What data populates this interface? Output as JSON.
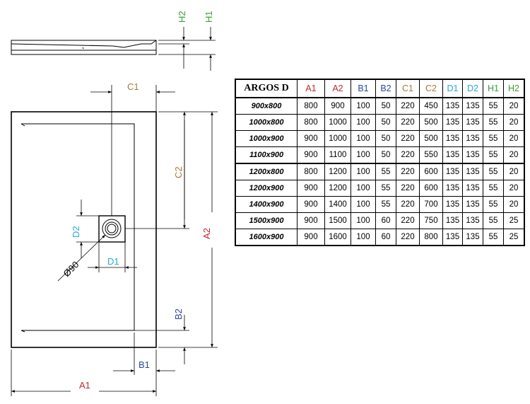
{
  "colors": {
    "A": "#c0272d",
    "B": "#2c4a9a",
    "C": "#a57b3a",
    "D": "#29a8d8",
    "H": "#3e9b3b"
  },
  "drawing_labels": {
    "h1": "H1",
    "h2": "H2",
    "c1": "C1",
    "c2": "C2",
    "d1": "D1",
    "d2": "D2",
    "a1": "A1",
    "a2": "A2",
    "b1": "B1",
    "b2": "B2",
    "drain": "Ø90"
  },
  "table": {
    "title": "ARGOS D",
    "headers": [
      "A1",
      "A2",
      "B1",
      "B2",
      "C1",
      "C2",
      "D1",
      "D2",
      "H1",
      "H2"
    ],
    "header_colors": [
      "A",
      "A",
      "B",
      "B",
      "C",
      "C",
      "D",
      "D",
      "H",
      "H"
    ],
    "rows": [
      {
        "model": "900x800",
        "values": [
          "800",
          "900",
          "100",
          "50",
          "220",
          "450",
          "135",
          "135",
          "55",
          "20"
        ]
      },
      {
        "model": "1000x800",
        "values": [
          "800",
          "1000",
          "100",
          "50",
          "220",
          "500",
          "135",
          "135",
          "55",
          "20"
        ]
      },
      {
        "model": "1000x900",
        "values": [
          "900",
          "1000",
          "100",
          "50",
          "220",
          "500",
          "135",
          "135",
          "55",
          "20"
        ]
      },
      {
        "model": "1100x900",
        "values": [
          "900",
          "1100",
          "100",
          "50",
          "220",
          "550",
          "135",
          "135",
          "55",
          "20"
        ]
      },
      {
        "model": "1200x800",
        "values": [
          "800",
          "1200",
          "100",
          "55",
          "220",
          "600",
          "135",
          "135",
          "55",
          "20"
        ]
      },
      {
        "model": "1200x900",
        "values": [
          "900",
          "1200",
          "100",
          "55",
          "220",
          "600",
          "135",
          "135",
          "55",
          "20"
        ]
      },
      {
        "model": "1400x900",
        "values": [
          "900",
          "1400",
          "100",
          "55",
          "220",
          "700",
          "135",
          "135",
          "55",
          "20"
        ]
      },
      {
        "model": "1500x900",
        "values": [
          "900",
          "1500",
          "100",
          "60",
          "220",
          "750",
          "135",
          "135",
          "55",
          "25"
        ]
      },
      {
        "model": "1600x900",
        "values": [
          "900",
          "1600",
          "100",
          "60",
          "220",
          "800",
          "135",
          "135",
          "55",
          "25"
        ]
      }
    ]
  }
}
